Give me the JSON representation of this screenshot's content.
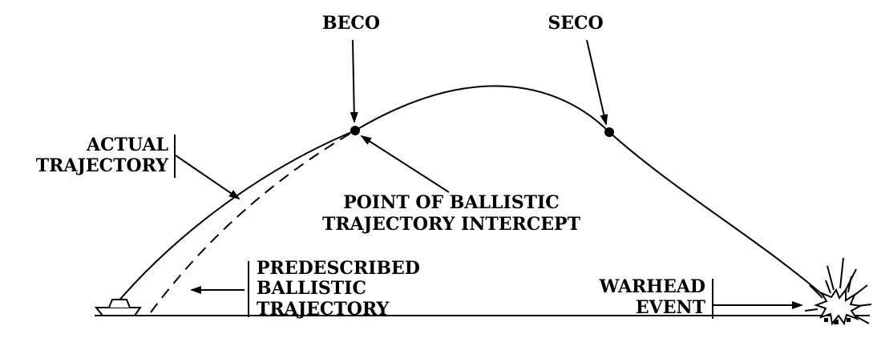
{
  "labels": {
    "beco": "BECO",
    "seco": "SECO",
    "actual_trajectory": [
      "ACTUAL",
      "TRAJECTORY"
    ],
    "intercept": [
      "POINT OF BALLISTIC",
      "TRAJECTORY INTERCEPT"
    ],
    "predescribed": [
      "PREDESCRIBED",
      "BALLISTIC",
      "TRAJECTORY"
    ],
    "warhead": [
      "WARHEAD",
      "EVENT"
    ]
  },
  "colors": {
    "ink": "#000000",
    "background": "#ffffff"
  },
  "icons": {
    "launch_ship": "ship-icon",
    "warhead_burst": "burst-icon"
  }
}
